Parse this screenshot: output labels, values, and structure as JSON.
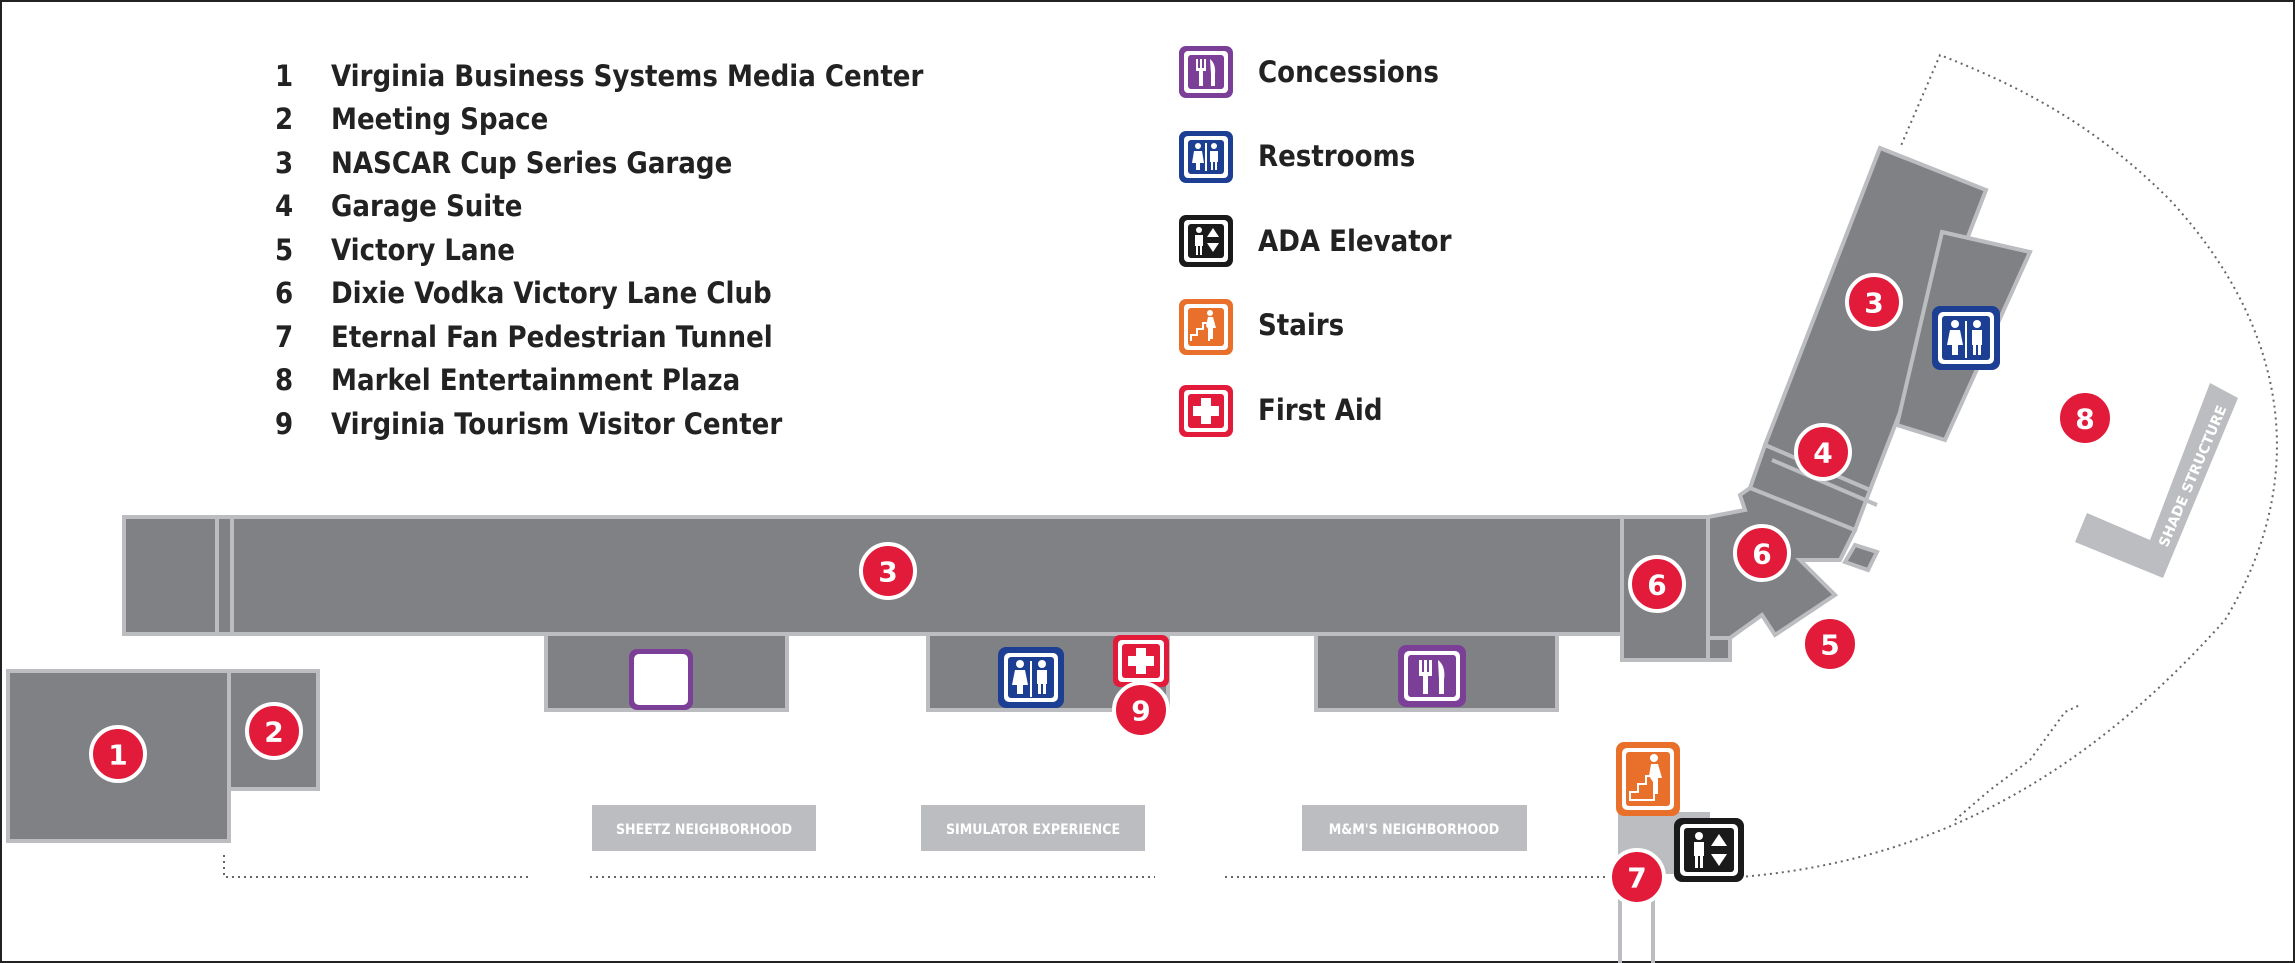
{
  "legend": {
    "items": [
      {
        "num": "1",
        "label": "Virginia Business Systems Media Center"
      },
      {
        "num": "2",
        "label": "Meeting Space"
      },
      {
        "num": "3",
        "label": "NASCAR Cup Series Garage"
      },
      {
        "num": "4",
        "label": "Garage Suite"
      },
      {
        "num": "5",
        "label": "Victory Lane"
      },
      {
        "num": "6",
        "label": "Dixie Vodka Victory Lane Club"
      },
      {
        "num": "7",
        "label": "Eternal Fan Pedestrian Tunnel"
      },
      {
        "num": "8",
        "label": "Markel Entertainment Plaza"
      },
      {
        "num": "9",
        "label": "Virginia Tourism Visitor Center"
      }
    ]
  },
  "amenities": [
    {
      "label": "Concessions",
      "icon": "concessions-icon",
      "color": "#7b3f98"
    },
    {
      "label": "Restrooms",
      "icon": "restrooms-icon",
      "color": "#1c3f94"
    },
    {
      "label": "ADA Elevator",
      "icon": "elevator-icon",
      "color": "#1a1a1a"
    },
    {
      "label": "Stairs",
      "icon": "stairs-icon",
      "color": "#e8702a"
    },
    {
      "label": "First Aid",
      "icon": "first-aid-icon",
      "color": "#e31b3b"
    }
  ],
  "area_labels": {
    "sheetz": "SHEETZ NEIGHBORHOOD",
    "simulator": "SIMULATOR EXPERIENCE",
    "mms": "M&M'S NEIGHBORHOOD",
    "shade": "SHADE STRUCTURE"
  },
  "markers": {
    "m1": "1",
    "m2": "2",
    "m3a": "3",
    "m3b": "3",
    "m4": "4",
    "m5": "5",
    "m6a": "6",
    "m6b": "6",
    "m7": "7",
    "m8": "8",
    "m9": "9"
  },
  "colors": {
    "building": "#808184",
    "building_outline": "#bcbdc0",
    "marker": "#e31b3b"
  }
}
